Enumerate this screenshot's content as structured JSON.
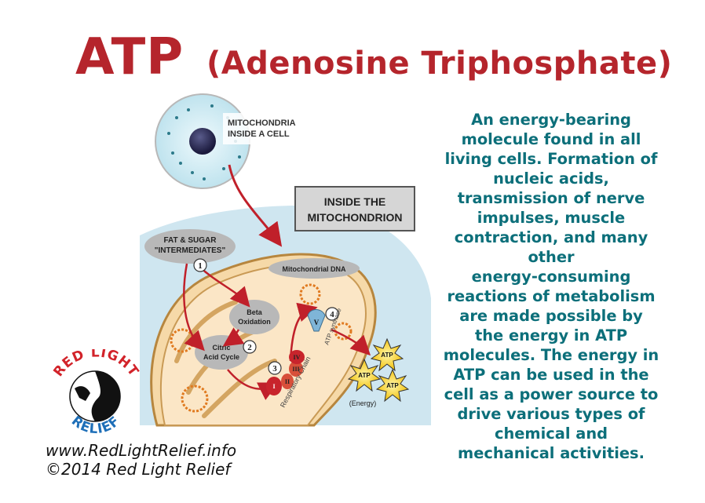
{
  "title": {
    "main": "ATP",
    "subtitle": "(Adenosine Triphosphate)"
  },
  "description": [
    "An energy-bearing",
    "molecule found in all",
    "living cells. Formation of",
    "nucleic acids,",
    "transmission of nerve",
    "impulses, muscle",
    "contraction, and many",
    "other",
    "energy-consuming",
    "reactions of metabolism",
    "are made possible by",
    "the energy in ATP",
    "molecules. The energy in",
    "ATP can be used in the",
    "cell as a power source to",
    "drive various types of",
    "chemical and",
    "mechanical activities."
  ],
  "diagram": {
    "cell_label_1": "MITOCHONDRIA",
    "cell_label_2": "INSIDE A CELL",
    "box_label_1": "INSIDE THE",
    "box_label_2": "MITOCHONDRION",
    "fat_label_1": "FAT & SUGAR",
    "fat_label_2": "\"INTERMEDIATES\"",
    "mito_dna": "Mitochondrial DNA",
    "beta_1": "Beta",
    "beta_2": "Oxidation",
    "citric_1": "Citric",
    "citric_2": "Acid Cycle",
    "step1": "1",
    "step2": "2",
    "step3": "3",
    "step4": "4",
    "complex_I": "I",
    "complex_II": "II",
    "complex_III": "III",
    "complex_IV": "IV",
    "complex_V": "V",
    "resp_chain": "Respiratory Chain",
    "atp_synthase": "ATP synthase",
    "atp": "ATP",
    "energy": "(Energy)"
  },
  "logo": {
    "top": "RED LIGHT",
    "bottom": "RELIEF"
  },
  "footer": {
    "url": "www.RedLightRelief.info",
    "copyright": "©2014 Red Light Relief"
  },
  "colors": {
    "title": "#b5252c",
    "description": "#0c6f7a",
    "arrow": "#c0202a",
    "logo_red": "#d2232a",
    "logo_blue": "#1e6fb8"
  }
}
